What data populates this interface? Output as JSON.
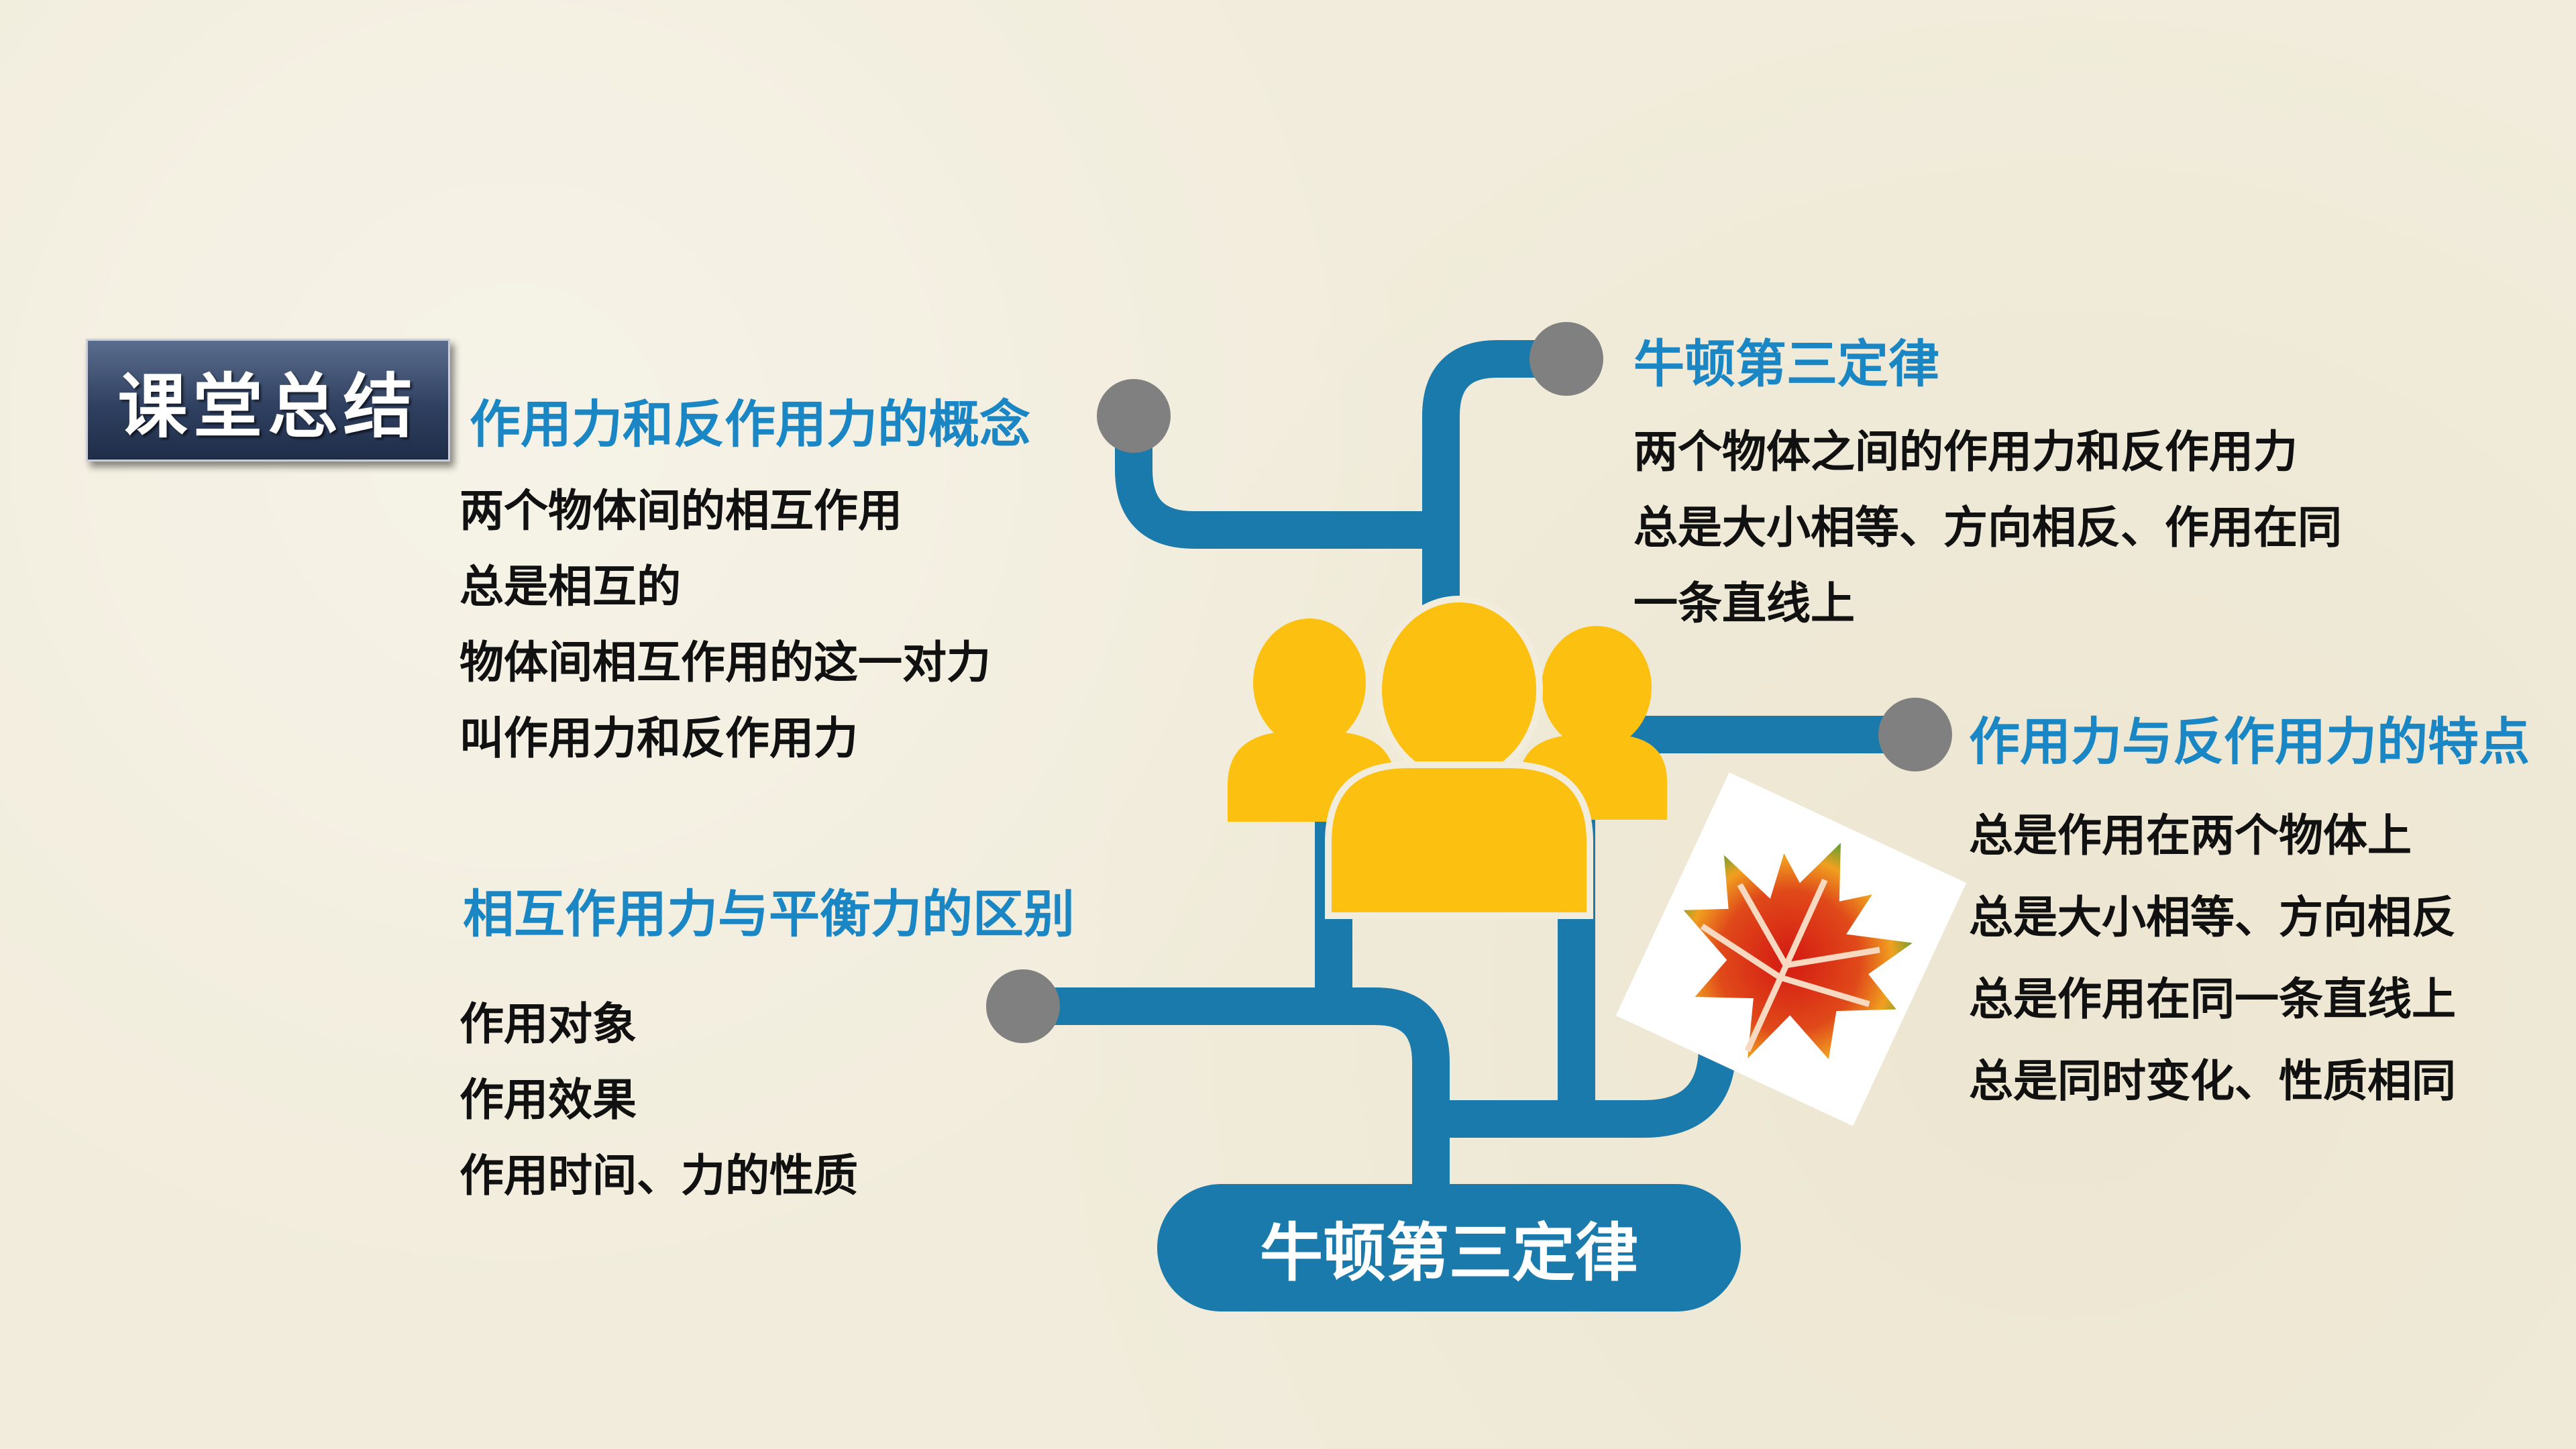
{
  "badge": {
    "title": "课堂总结"
  },
  "center": {
    "label": "牛顿第三定律"
  },
  "branches": {
    "concept": {
      "title": "作用力和反作用力的概念",
      "lines": [
        "两个物体间的相互作用",
        "总是相互的",
        "物体间相互作用的这一对力",
        "叫作用力和反作用力"
      ]
    },
    "law": {
      "title": "牛顿第三定律",
      "lines": [
        "两个物体之间的作用力和反作用力",
        "总是大小相等、方向相反、作用在同",
        "一条直线上"
      ]
    },
    "features": {
      "title": "作用力与反作用力的特点",
      "lines": [
        "总是作用在两个物体上",
        "总是大小相等、方向相反",
        "总是作用在同一条直线上",
        "总是同时变化、性质相同"
      ]
    },
    "difference": {
      "title": "相互作用力与平衡力的区别",
      "lines": [
        "作用对象",
        "作用效果",
        "作用时间、力的性质"
      ]
    }
  },
  "colors": {
    "branch": "#1a7aab",
    "node": "#808080",
    "people": "#fcc010",
    "heading": "#1a86c4"
  },
  "icons": [
    "people-group-icon",
    "maple-leaf-icon"
  ]
}
